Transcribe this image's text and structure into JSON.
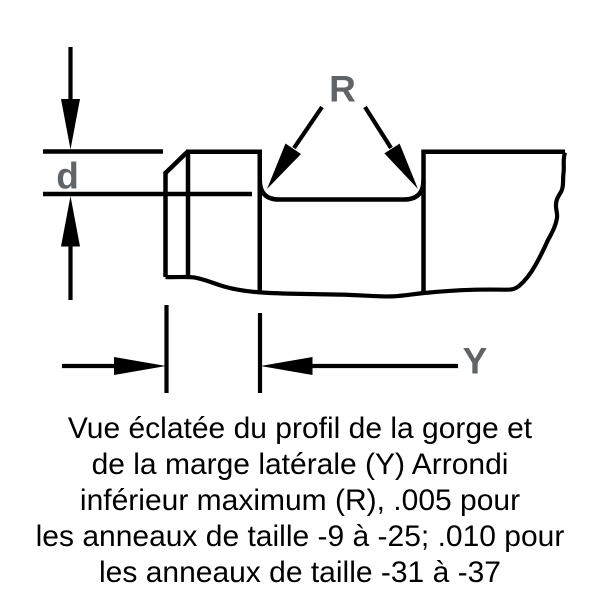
{
  "figure": {
    "line_color": "#000000",
    "label_color": "#616467",
    "labels": {
      "depth": "d",
      "radius": "R",
      "margin": "Y"
    }
  },
  "caption": {
    "lines": [
      "Vue éclatée du profil de la gorge et",
      "de la marge latérale (Y) Arrondi",
      "inférieur maximum (R), .005 pour",
      "les anneaux de taille -9 à -25; .010 pour",
      "les anneaux de taille -31 à -37"
    ]
  }
}
